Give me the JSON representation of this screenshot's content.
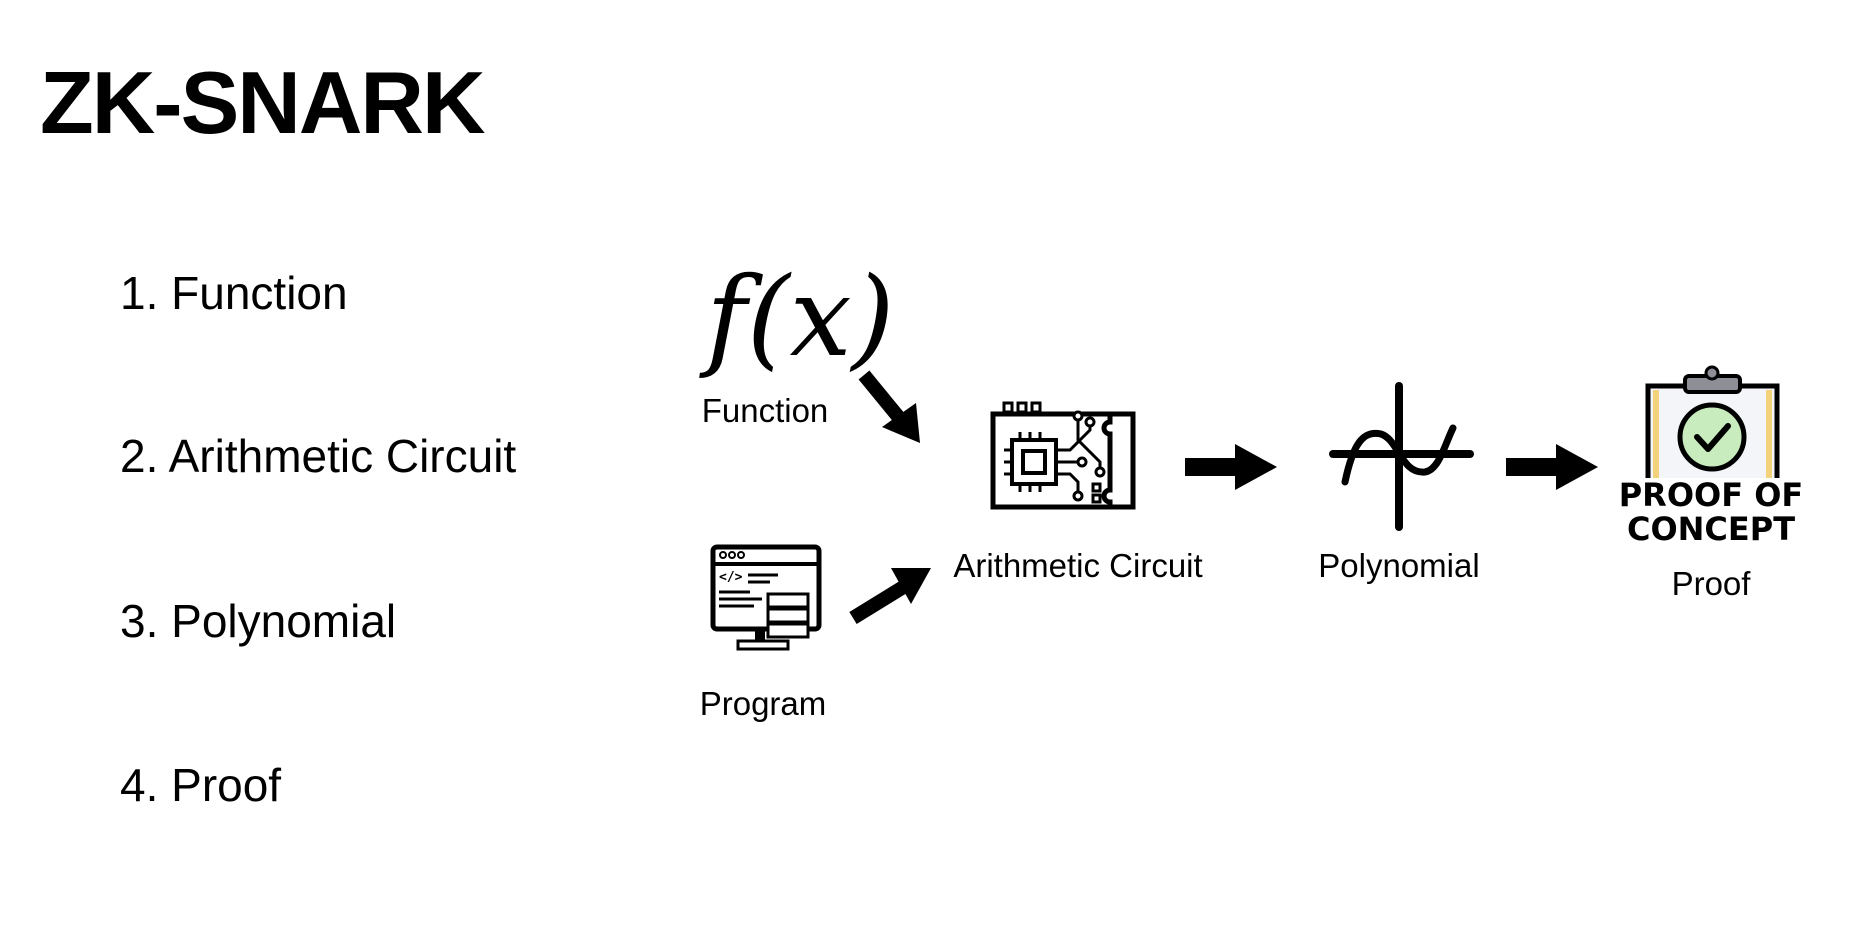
{
  "title": "ZK-SNARK",
  "steps": [
    "1. Function",
    "2. Arithmetic Circuit",
    "3. Polynomial",
    "4. Proof"
  ],
  "diagram": {
    "function_symbol": "f(x)",
    "function_label": "Function",
    "program_label": "Program",
    "circuit_label": "Arithmetic Circuit",
    "polynomial_label": "Polynomial",
    "proof_label": "Proof",
    "proof_badge_line1": "PROOF OF",
    "proof_badge_line2": "CONCEPT",
    "code_tag": "</>"
  },
  "colors": {
    "check_fill": "#c8ecbe",
    "clip_edge": "#f2d27a",
    "clip_bg": "#f3f5f9"
  }
}
